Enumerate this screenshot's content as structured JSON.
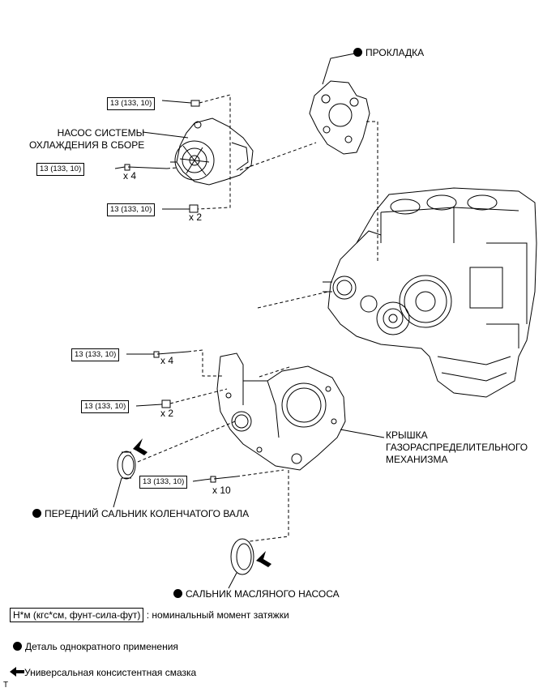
{
  "labels": {
    "gasket": "ПРОКЛАДКА",
    "water_pump_line1": "НАСОС СИСТЕМЫ",
    "water_pump_line2": "ОХЛАЖДЕНИЯ В СБОРЕ",
    "timing_cover_line1": "КРЫШКА",
    "timing_cover_line2": "ГАЗОРАСПРЕДЕЛИТЕЛЬНОГО",
    "timing_cover_line3": "МЕХАНИЗМА",
    "front_crank_seal": "ПЕРЕДНИЙ САЛЬНИК КОЛЕНЧАТОГО ВАЛА",
    "oil_pump_seal": "САЛЬНИК МАСЛЯНОГО НАСОСА"
  },
  "torque_value": "13 (133, 10)",
  "quantities": {
    "pump_bolts": "x 4",
    "pump_nuts": "x 2",
    "cover_bolts_upper": "x 4",
    "cover_nuts": "x 2",
    "cover_bolts_lower": "x 10"
  },
  "legend": {
    "torque_box": "Н*м (кгс*см, фунт-сила-фут)",
    "torque_text": ": номинальный момент затяжки",
    "non_reusable": "Деталь однократного применения",
    "grease": "Универсальная консистентная смазка"
  },
  "corner_mark": "T"
}
